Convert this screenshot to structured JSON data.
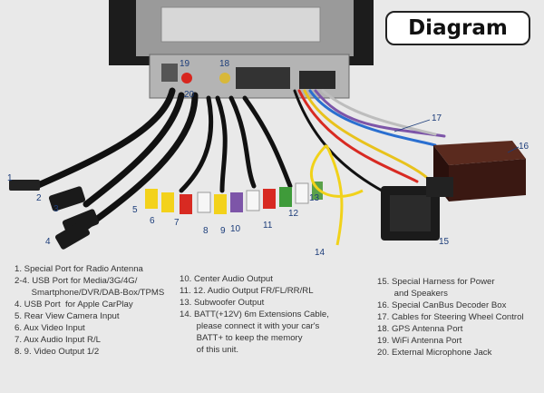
{
  "title": "Diagram",
  "callouts": [
    "1",
    "2",
    "3",
    "4",
    "5",
    "6",
    "7",
    "8",
    "9",
    "10",
    "11",
    "12",
    "13",
    "14",
    "15",
    "16",
    "17",
    "18",
    "19",
    "20"
  ],
  "legend": {
    "col1": [
      "1. Special Port for Radio Antenna",
      "2-4. USB Port for Media/3G/4G/",
      "       Smartphone/DVR/DAB-Box/TPMS",
      "4. USB Port  for Apple CarPlay",
      "5. Rear View Camera Input",
      "6. Aux Video Input",
      "7. Aux Audio Input R/L",
      "8. 9. Video Output 1/2"
    ],
    "col2": [
      "10. Center Audio Output",
      "11. 12. Audio Output FR/FL/RR/RL",
      "13. Subwoofer Output",
      "14. BATT(+12V) 6m Extensions Cable,",
      "       please connect it with your car's",
      "       BATT+ to keep the memory",
      "       of this unit."
    ],
    "col3": [
      "15. Special Harness for Power",
      "       and Speakers",
      "16. Special CanBus Decoder Box",
      "17. Cables for Steering Wheel Control",
      "18. GPS Antenna Port",
      "19. WiFi Antenna Port",
      "20. External Microphone Jack"
    ]
  }
}
